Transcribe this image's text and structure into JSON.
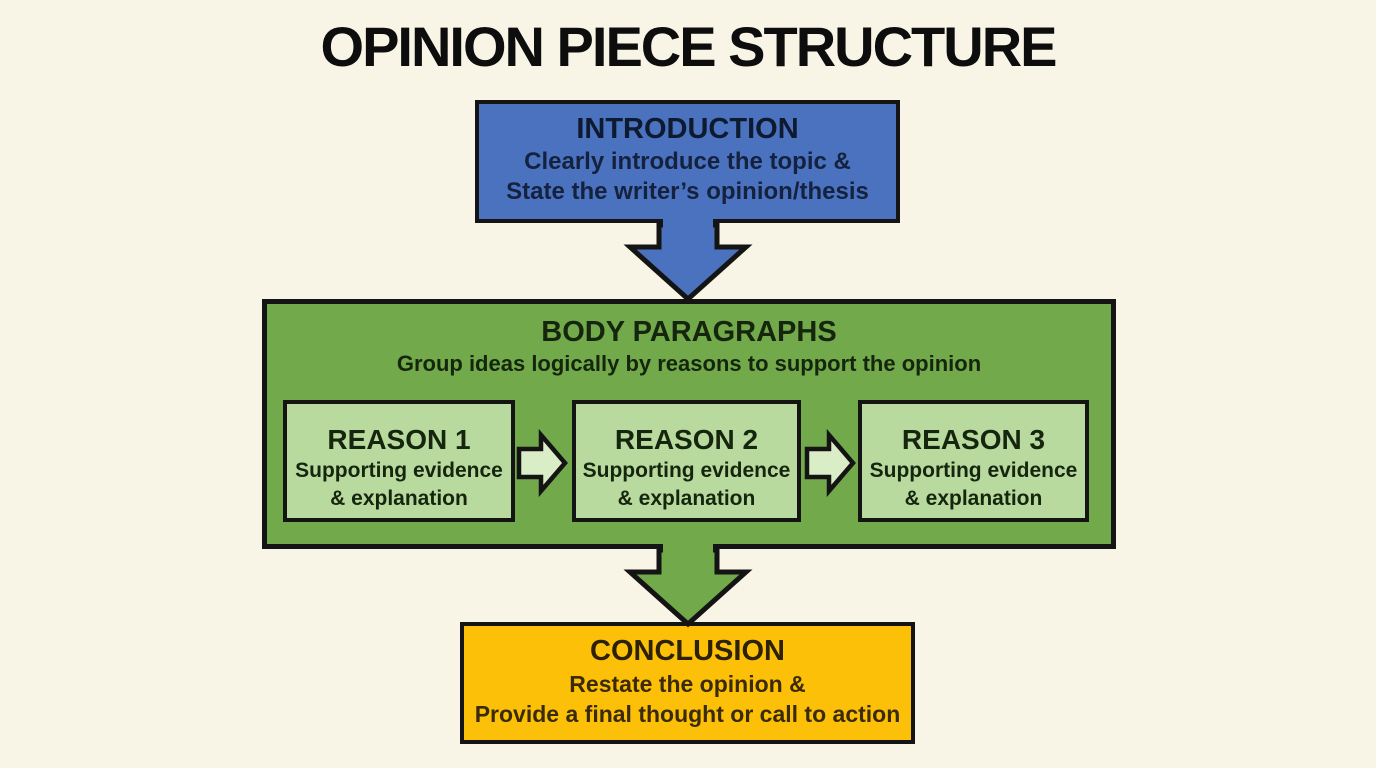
{
  "title": "OPINION PIECE STRUCTURE",
  "colors": {
    "background": "#f9f5e6",
    "title_color": "#0d0d0d",
    "border": "#141414",
    "intro_fill": "#4a72be",
    "intro_text": "#15223f",
    "body_fill": "#71a94b",
    "reason_fill": "#b9da9e",
    "arrow_small_fill": "#d9edc6",
    "green_text": "#16260e",
    "conclusion_fill": "#fcc008",
    "conclusion_text": "#3a2b06"
  },
  "icons": {
    "down_arrow": "block down arrow (⬇)",
    "right_arrow": "block right arrow (➡)"
  },
  "intro": {
    "heading": "INTRODUCTION",
    "line1": "Clearly introduce the topic &",
    "line2": "State the writer’s opinion/thesis"
  },
  "body": {
    "heading": "BODY PARAGRAPHS",
    "subheading": "Group ideas logically by reasons to support the opinion",
    "reasons": [
      {
        "heading": "REASON 1",
        "line1": "Supporting evidence",
        "line2": "& explanation"
      },
      {
        "heading": "REASON 2",
        "line1": "Supporting evidence",
        "line2": "& explanation"
      },
      {
        "heading": "REASON 3",
        "line1": "Supporting evidence",
        "line2": "& explanation"
      }
    ]
  },
  "conclusion": {
    "heading": "CONCLUSION",
    "line1": "Restate the opinion &",
    "line2": "Provide a final thought or call to action"
  }
}
